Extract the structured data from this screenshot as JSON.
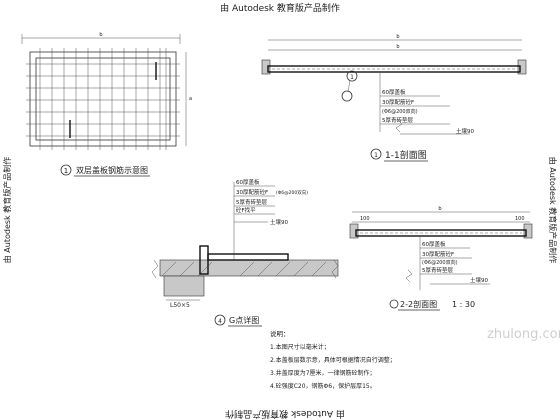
{
  "watermark": {
    "top": "由 Autodesk 教育版产品制作",
    "bottom": "由 Autodesk 教育版产品制作",
    "left": "由 Autodesk 教育版产品制作",
    "right": "由 Autodesk 教育版产品制作",
    "site": "zhulong.com"
  },
  "view1": {
    "number": "1",
    "title": "双层盖板钢筋示意图",
    "dim_top": "b",
    "dim_side": "a"
  },
  "view2": {
    "marker": "1",
    "title": "1-1剖面图",
    "dim_top": "b",
    "dim_sub": "b",
    "labels": [
      "60厚盖板",
      "30厚配筋砼F",
      "(Φ6@200双向)",
      "5厚青砖垫层",
      "土壤90"
    ]
  },
  "view3": {
    "marker": "4",
    "title": "G点详图",
    "angle": "L50×5",
    "labels": [
      "60厚盖板",
      "30厚配筋砼F",
      "(Φ6@200双向)",
      "5厚青砖垫层",
      "砼F找平",
      "土壤90"
    ]
  },
  "view4": {
    "title": "2-2剖面图",
    "scale": "1 : 30",
    "dim_top": "b",
    "dim_left": "100",
    "dim_right": "100",
    "labels": [
      "60厚盖板",
      "30厚配筋砼F",
      "(Φ6@200双向)",
      "5厚青砖垫层",
      "土壤90"
    ]
  },
  "notes": {
    "heading": "说明：",
    "items": [
      "1.本图尺寸以毫米计；",
      "2.本盖板层数示意，具体可根据情况自行调整；",
      "3.井盖厚度为7厘米，一律钢筋砼制作；",
      "4.砼强度C20，钢筋Φ6，保护层厚15。"
    ]
  }
}
